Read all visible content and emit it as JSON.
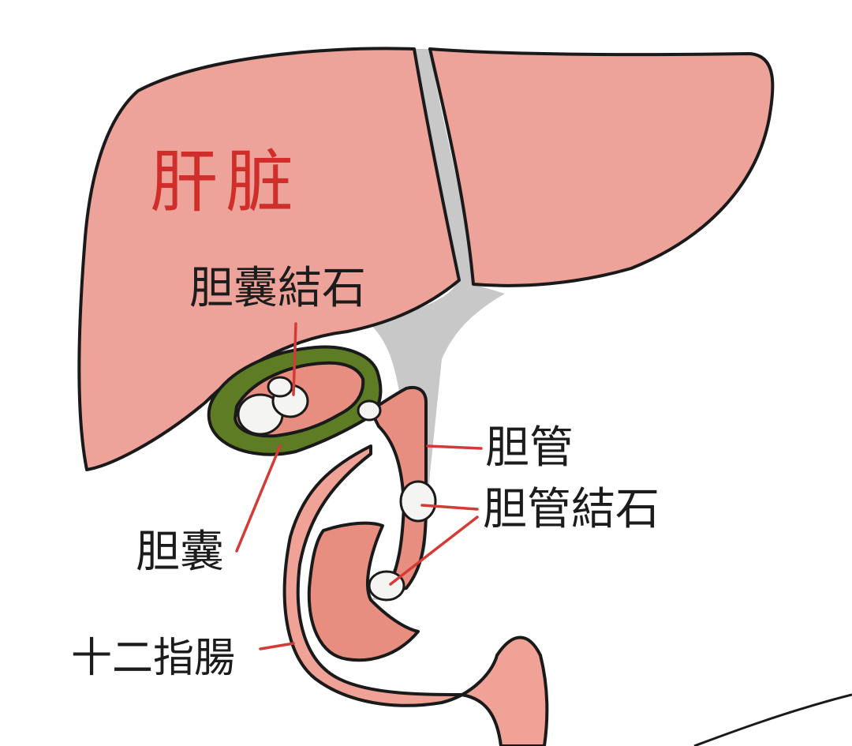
{
  "labels": {
    "liver": "肝脏",
    "gallstones": "胆囊結石",
    "bile_duct": "胆管",
    "bile_duct_stones": "胆管結石",
    "gallbladder": "胆囊",
    "duodenum": "十二指腸"
  },
  "colors": {
    "liver": "#eea39a",
    "bile_duct_tissue": "#c8c8c8",
    "gallbladder_wall": "#5d7c23",
    "gallbladder_inner": "#e88e80",
    "duodenum": "#f0a296",
    "stone": "#f4f4f2",
    "leader_line": "#d63a36",
    "title_text": "#cf2e2a"
  }
}
